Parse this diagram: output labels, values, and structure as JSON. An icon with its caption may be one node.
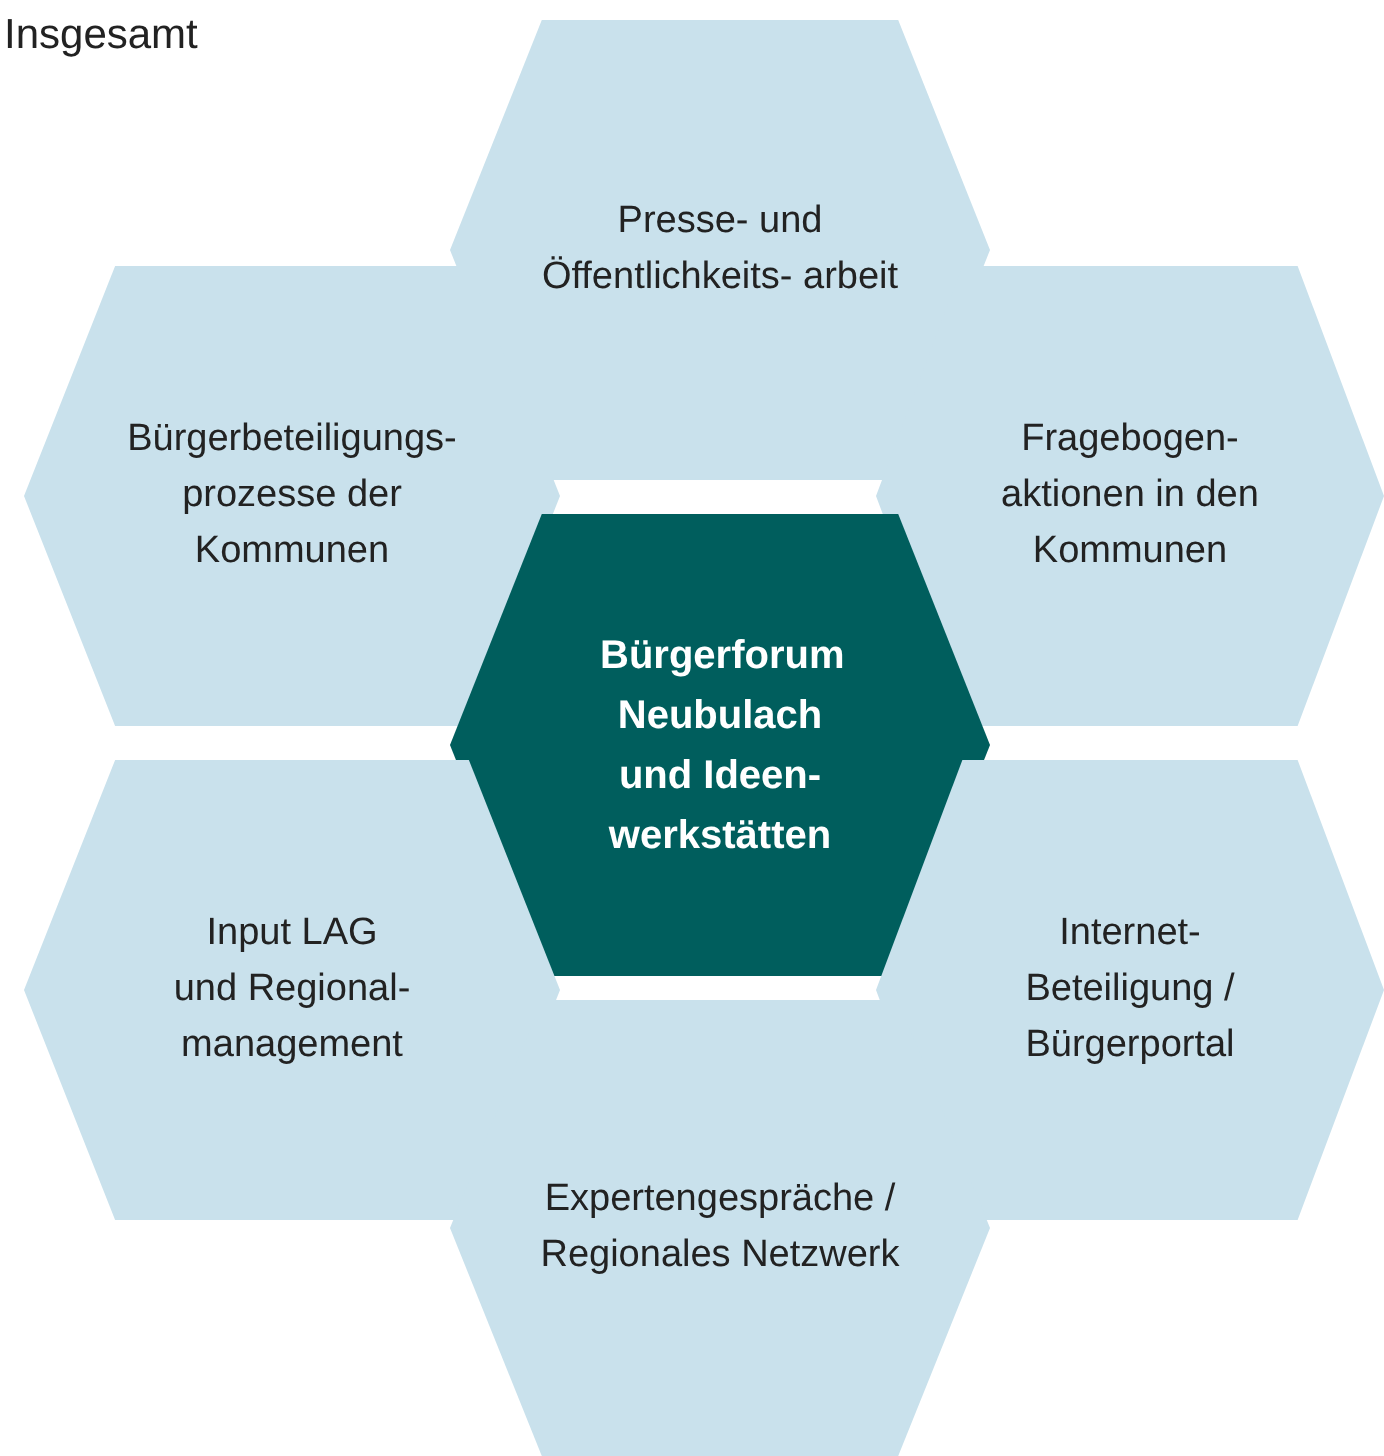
{
  "diagram": {
    "nodes": [
      {
        "text": [
          "Presse- und Öffentlichkeits- arbeit"
        ]
      },
      {
        "text": [
          "Bürgerbeteiligungs- prozesse der Kommunen"
        ]
      },
      {
        "text": [
          "Fragebogen- aktionen in den Kommunen"
        ]
      },
      {
        "text": [
          "Bürgerforum Neubulach und Ideen- werkstätten"
        ]
      },
      {
        "text": [
          "Input LAG und Regional- management"
        ]
      },
      {
        "text": [
          "Internet- Beteiligung / Bürgerportal"
        ]
      },
      {
        "text": [
          "Expertengespräche / Regionales Netzwerk"
        ]
      }
    ],
    "edges": [],
    "labels": [
      "Insgesamt"
    ]
  }
}
